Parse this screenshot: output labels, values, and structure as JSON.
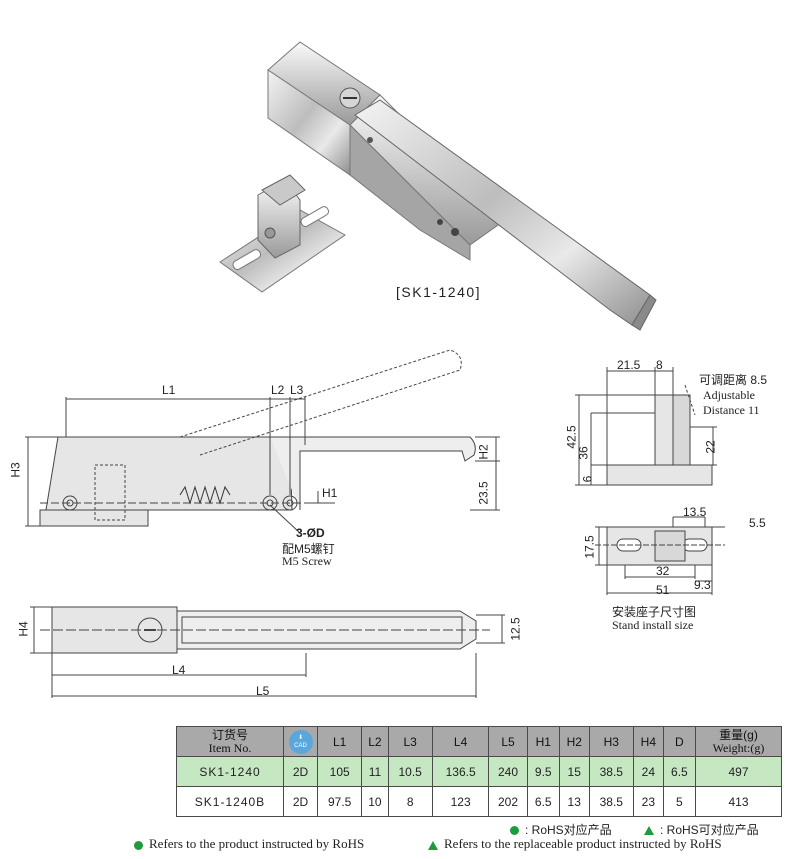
{
  "product_photo": {
    "model_label": "[SK1-1240]"
  },
  "side_view": {
    "dims": {
      "l1": "L1",
      "l2": "L2",
      "l3": "L3",
      "h2": "H2",
      "h3": "H3",
      "h1": "H1",
      "d235": "23.5"
    },
    "hole_note": {
      "holes": "3-ØD",
      "cn": "配M5螺钉",
      "en": "M5 Screw"
    }
  },
  "top_view": {
    "dims": {
      "h4": "H4",
      "l4": "L4",
      "l5": "L5",
      "d125": "12.5"
    }
  },
  "stand_view": {
    "dims": {
      "d215": "21.5",
      "d8": "8",
      "d425": "42.5",
      "d36": "36",
      "d6": "6",
      "d22": "22",
      "d135": "13.5",
      "d55": "5.5",
      "d175": "17.5",
      "d32": "32",
      "d51": "51",
      "d93": "9.3"
    },
    "adjust_cn": "可调距离 8.5",
    "adjust_en1": "Adjustable",
    "adjust_en2": "Distance  11",
    "caption_cn": "安装座子尺寸图",
    "caption_en": "Stand install size"
  },
  "table": {
    "headers": {
      "item_cn": "订货号",
      "item_en": "Item No.",
      "cad": "CAD",
      "cols": [
        "L1",
        "L2",
        "L3",
        "L4",
        "L5",
        "H1",
        "H2",
        "H3",
        "H4",
        "D"
      ],
      "weight_cn": "重量(g)",
      "weight_en": "Weight:(g)"
    },
    "rows": [
      {
        "model": "SK1-1240",
        "cad": "2D",
        "vals": [
          "105",
          "11",
          "10.5",
          "136.5",
          "240",
          "9.5",
          "15",
          "38.5",
          "24",
          "6.5"
        ],
        "weight": "497"
      },
      {
        "model": "SK1-1240B",
        "cad": "2D",
        "vals": [
          "97.5",
          "10",
          "8",
          "123",
          "202",
          "6.5",
          "13",
          "38.5",
          "23",
          "5"
        ],
        "weight": "413"
      }
    ]
  },
  "legend": {
    "rohs_cn": ": RoHS对应产品",
    "rohs_replace_cn": ": RoHS可对应产品",
    "rohs_en": "Refers to the product instructed by RoHS",
    "rohs_replace_en": "Refers to the replaceable product instructed by RoHS"
  },
  "colors": {
    "rohs_green": "#1e9b3c",
    "row_highlight": "#c5e8c3",
    "header_gray": "#a9a9a9",
    "cad_blue": "#5aa7de"
  }
}
